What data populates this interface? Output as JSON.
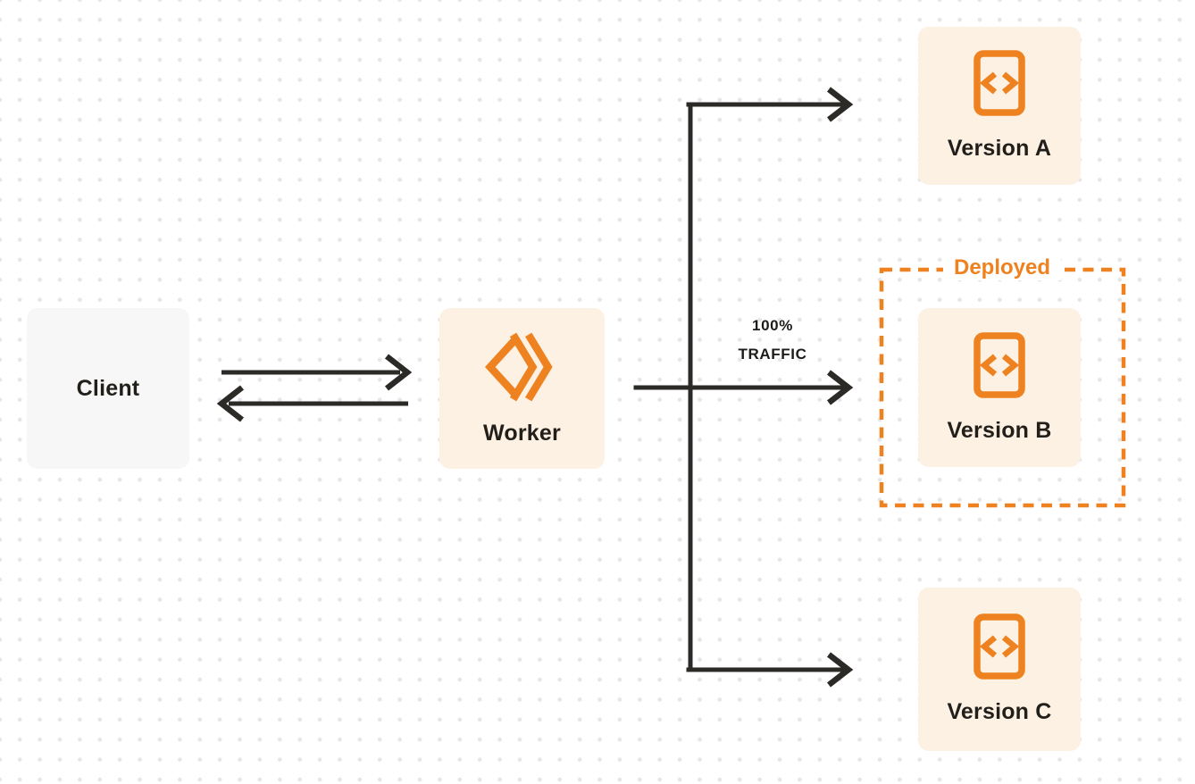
{
  "nodes": {
    "client": {
      "label": "Client"
    },
    "worker": {
      "label": "Worker",
      "icon": "workers-logo-icon"
    },
    "version_a": {
      "label": "Version A",
      "icon": "code-file-icon"
    },
    "version_b": {
      "label": "Version B",
      "icon": "code-file-icon"
    },
    "version_c": {
      "label": "Version C",
      "icon": "code-file-icon"
    }
  },
  "annotations": {
    "deployed": "Deployed",
    "traffic_percent": "100%",
    "traffic_word": "TRAFFIC"
  },
  "edges": {
    "client_to_worker": "request arrow",
    "worker_to_client": "response arrow",
    "worker_to_version_a": "branch arrow",
    "worker_to_version_b": "main traffic arrow",
    "worker_to_version_c": "branch arrow"
  },
  "colors": {
    "accent_orange": "#ef8220",
    "node_cream_bg": "#fcf1e2",
    "client_gray_bg": "#f7f7f8",
    "arrow_dark": "#2b2a27",
    "text_dark": "#221f1b",
    "dot_grid": "#e6e5e8",
    "page_bg": "#ffffff"
  }
}
